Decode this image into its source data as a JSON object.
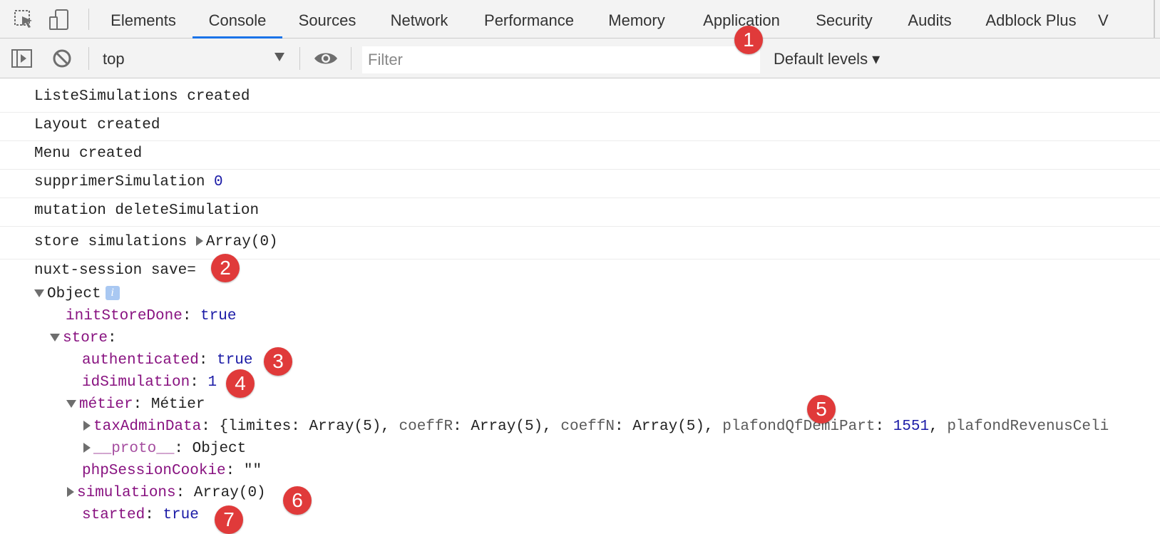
{
  "tabs": [
    {
      "label": "Elements"
    },
    {
      "label": "Console"
    },
    {
      "label": "Sources"
    },
    {
      "label": "Network"
    },
    {
      "label": "Performance"
    },
    {
      "label": "Memory"
    },
    {
      "label": "Application"
    },
    {
      "label": "Security"
    },
    {
      "label": "Audits"
    },
    {
      "label": "Adblock Plus"
    },
    {
      "label": "V"
    }
  ],
  "active_tab": "Console",
  "toolbar": {
    "context_value": "top",
    "filter_placeholder": "Filter",
    "levels_label": "Default levels ▾"
  },
  "messages": [
    {
      "text": "ListeSimulations created"
    },
    {
      "text": "Layout created"
    },
    {
      "text": "Menu created"
    },
    {
      "text": "supprimerSimulation ",
      "value": "0"
    },
    {
      "text": "mutation deleteSimulation"
    },
    {
      "text": "store simulations ",
      "value": "Array(0)"
    },
    {
      "text": "nuxt-session save="
    }
  ],
  "object_tree": {
    "root": "Object",
    "info_icon": "i",
    "initStoreDone": {
      "key": "initStoreDone",
      "value": "true"
    },
    "store": {
      "key": "store"
    },
    "authenticated": {
      "key": "authenticated",
      "value": "true"
    },
    "idSimulation": {
      "key": "idSimulation",
      "value": "1"
    },
    "metier": {
      "key": "métier",
      "value": "Métier"
    },
    "taxAdminData": {
      "key": "taxAdminData",
      "v1": "{limites: Array(5), ",
      "k2": "coeffR",
      "v2": ": Array(5), ",
      "k3": "coeffN",
      "v3": ": Array(5), ",
      "k4": "plafondQfDemiPart",
      "v4": "1551",
      "k5": "plafondRevenusCeli"
    },
    "proto": {
      "key": "__proto__",
      "value": "Object"
    },
    "phpSessionCookie": {
      "key": "phpSessionCookie",
      "value": "\"\""
    },
    "simulations": {
      "key": "simulations",
      "value": "Array(0)"
    },
    "started": {
      "key": "started",
      "value": "true"
    }
  },
  "annotations": [
    "1",
    "2",
    "3",
    "4",
    "5",
    "6",
    "7"
  ],
  "icons": [
    "inspect-element-icon",
    "device-toolbar-icon",
    "show-sidebar-icon",
    "clear-console-icon",
    "eye-icon"
  ]
}
